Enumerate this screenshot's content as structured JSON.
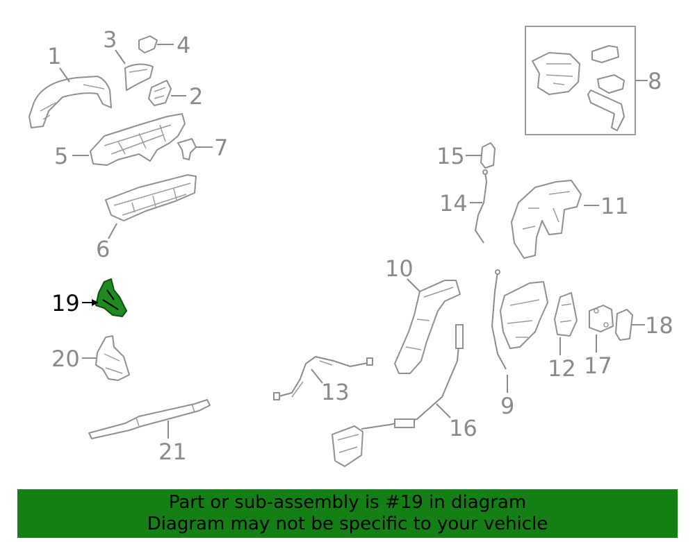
{
  "diagram": {
    "callouts": [
      "1",
      "2",
      "3",
      "4",
      "5",
      "6",
      "7",
      "8",
      "9",
      "10",
      "11",
      "12",
      "13",
      "14",
      "15",
      "16",
      "17",
      "18",
      "19",
      "20",
      "21"
    ],
    "highlighted": "19",
    "highlight_color": "#1f8a1f"
  },
  "banner": {
    "line1": "Part or sub-assembly is #19 in diagram",
    "line2": "Diagram may not be specific to your vehicle",
    "background": "#147f14"
  }
}
